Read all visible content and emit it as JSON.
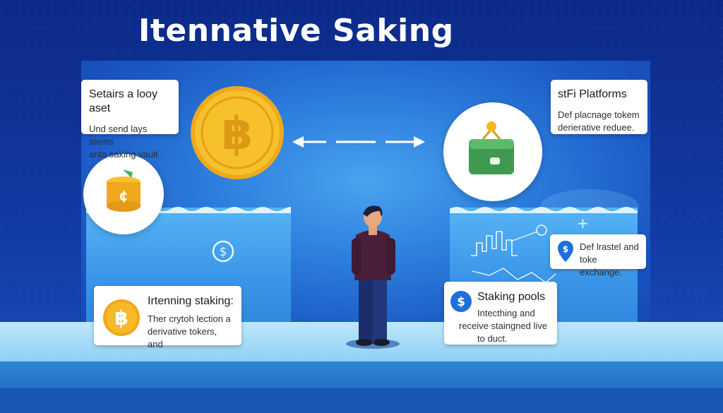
{
  "title": "Itennative Saking",
  "cards": {
    "top_left": {
      "title": "Setairs a looy aset",
      "body_lines": [
        "Und send lays stents",
        "anto saking vault"
      ]
    },
    "top_right": {
      "title": "stFi Platforms",
      "body_lines": [
        "Def placnage tokem",
        "derierative reduee."
      ]
    },
    "bottom_left": {
      "title": "Irtenning staking:",
      "body_lines": [
        "Ther crytoh lection a",
        "derivative tokers, and"
      ]
    },
    "bottom_right": {
      "title": "Staking pools",
      "body_lines": [
        "Intecthing and",
        "receive staingned live",
        "to duct."
      ]
    },
    "mid_right": {
      "body_lines": [
        "Def lrastel and",
        "toke exchange."
      ]
    }
  },
  "icons": {
    "main_coin": "bitcoin-coin-icon",
    "wallet": "wallet-icon",
    "small_coin": "coin-stack-icon",
    "dollar": "dollar-circle-icon",
    "card_bitcoin": "bitcoin-badge-icon",
    "card_dollar": "dollar-badge-icon",
    "location_dollar": "location-pin-icon",
    "arrows": "double-arrow-icon",
    "person": "person-figure",
    "plus": "plus-icon"
  },
  "colors": {
    "background": "#0d2a86",
    "coin_gold": "#f5b820",
    "coin_dark": "#d9991a",
    "badge_blue": "#1f6fd8",
    "wallet_green": "#4caa5a",
    "card_text": "#161a24"
  }
}
